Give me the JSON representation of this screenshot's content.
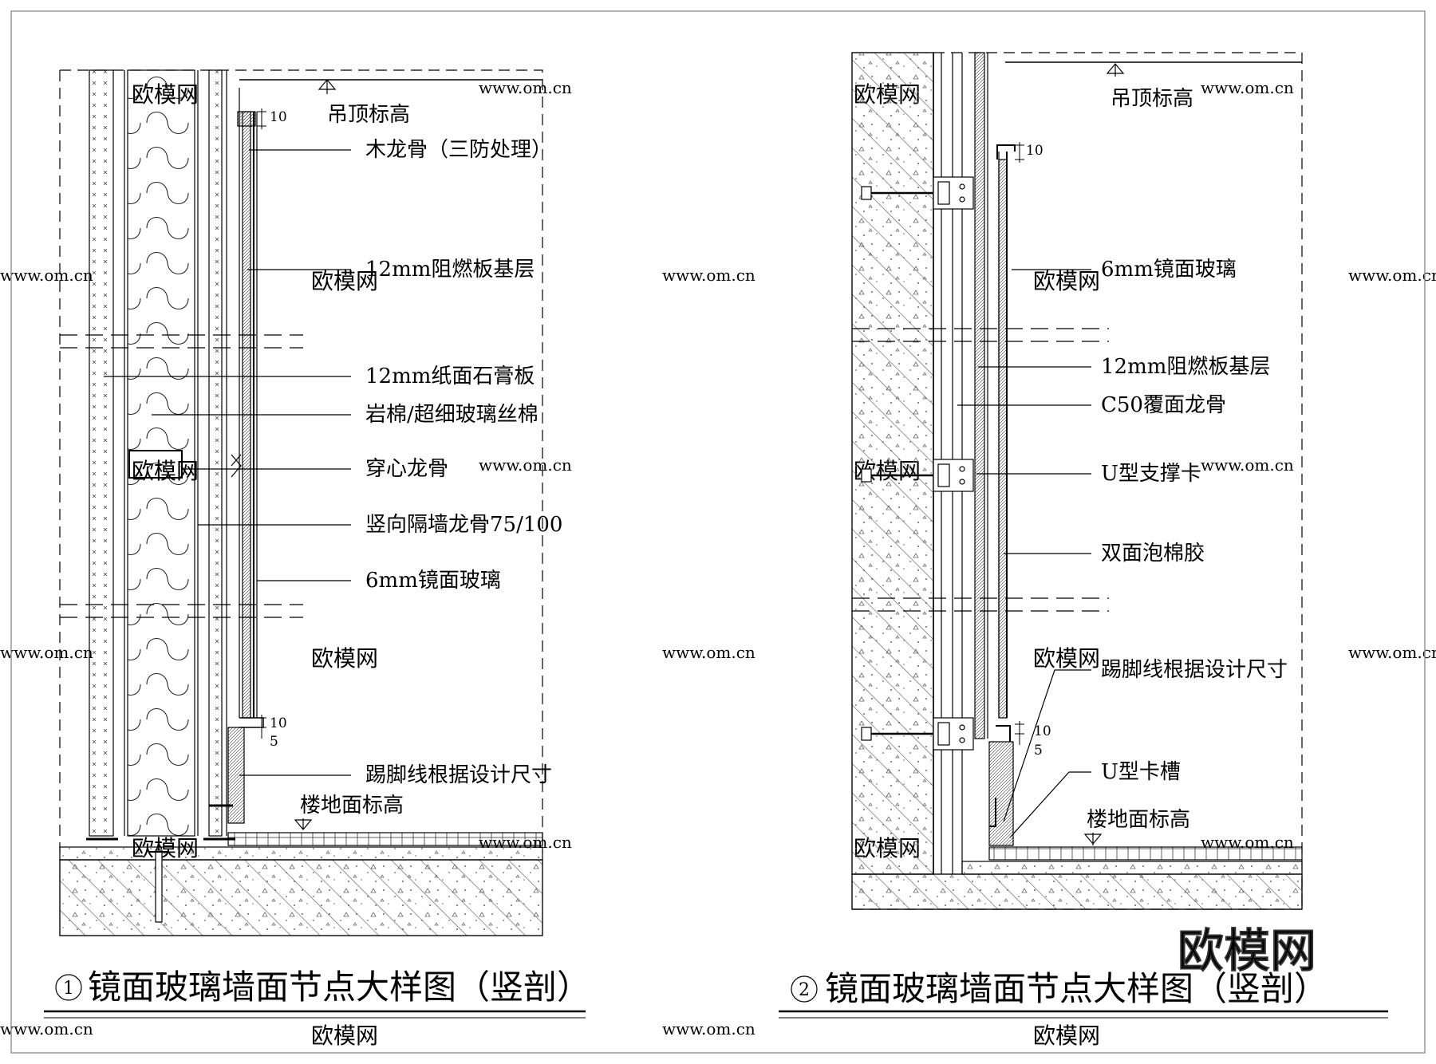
{
  "left": {
    "number": "1",
    "title": "镜面玻璃墙面节点大样图（竖剖）",
    "labels": {
      "ceiling": "吊顶标高",
      "wood_keel": "木龙骨（三防处理）",
      "board_12": "12mm阻燃板基层",
      "gypsum_12": "12mm纸面石膏板",
      "rockwool": "岩棉/超细玻璃丝棉",
      "through_keel": "穿心龙骨",
      "stud": "竖向隔墙龙骨75/100",
      "mirror_6": "6mm镜面玻璃",
      "skirting": "踢脚线根据设计尺寸",
      "floor": "楼地面标高"
    },
    "dims": {
      "top_10": "10",
      "bottom_10": "10",
      "bottom_5": "5"
    }
  },
  "right": {
    "number": "2",
    "title": "镜面玻璃墙面节点大样图（竖剖）",
    "labels": {
      "ceiling": "吊顶标高",
      "mirror_6": "6mm镜面玻璃",
      "board_12": "12mm阻燃板基层",
      "c50": "C50覆面龙骨",
      "u_support": "U型支撑卡",
      "foam_tape": "双面泡棉胶",
      "skirting": "踢脚线根据设计尺寸",
      "u_channel": "U型卡槽",
      "floor": "楼地面标高"
    },
    "dims": {
      "top_10": "10",
      "bottom_10": "10",
      "bottom_5": "5"
    }
  },
  "watermarks": {
    "site": "www.om.cn",
    "brand": "欧模网"
  },
  "logo": "欧模网"
}
